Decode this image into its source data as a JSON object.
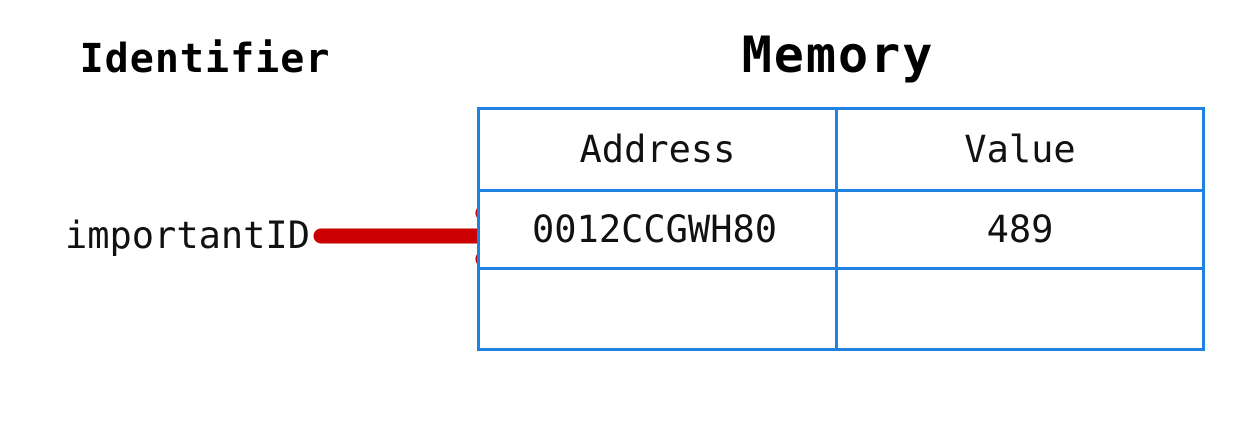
{
  "diagram": {
    "type": "memory-pointer-diagram",
    "background_color": "#ffffff",
    "labels": {
      "identifier_title": "Identifier",
      "memory_title": "Memory"
    },
    "identifier": {
      "name": "importantID",
      "points_to_row": 1
    },
    "arrow": {
      "name": "pointer-arrow",
      "color": "#cc0000",
      "direction": "right",
      "from": "importantID",
      "to": "0012CCGWH80"
    },
    "memory_table": {
      "border_color": "#1f82e0",
      "columns": [
        "Address",
        "Value"
      ],
      "rows": [
        {
          "address": "0012CCGWH80",
          "value": "489"
        },
        {
          "address": "",
          "value": ""
        }
      ]
    }
  }
}
